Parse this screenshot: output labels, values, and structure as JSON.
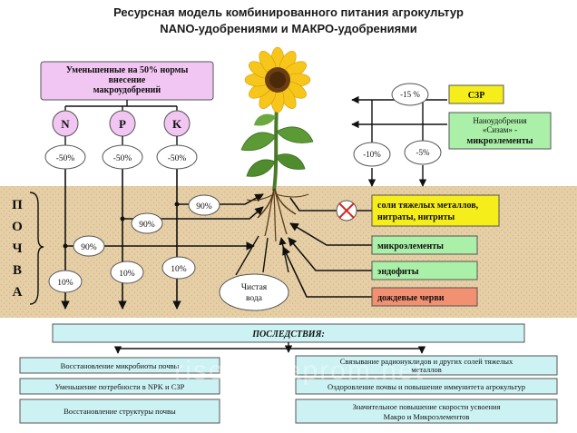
{
  "title": {
    "line1": "Ресурсная модель комбинированного питания агрокультур",
    "line2": "NANO-удобрениями и МАКРО-удобрениями"
  },
  "macro_box": {
    "line1": "Уменьшенные на 50% нормы",
    "line2": "внесение",
    "line3": "макроудобрений"
  },
  "nutrients": [
    {
      "letter": "N",
      "reduce": "-50%",
      "shallow": "90%",
      "deep": "10%"
    },
    {
      "letter": "P",
      "reduce": "-50%",
      "shallow": "90%",
      "deep": "10%"
    },
    {
      "letter": "K",
      "reduce": "-50%",
      "shallow": "90%",
      "deep": "10%"
    }
  ],
  "soil_label": [
    "П",
    "О",
    "Ч",
    "В",
    "А"
  ],
  "szr": {
    "label": "СЗР",
    "reduce_top": "-15 %",
    "reduce_left": "-10%",
    "reduce_right": "-5%"
  },
  "nano_box": {
    "line1": "Наноудобрения",
    "line2": "«Сизам» -",
    "line3": "микроэлементы"
  },
  "clean_water": {
    "line1": "Чистая",
    "line2": "вода"
  },
  "right_boxes": {
    "heavy_metals_line1": "соли тяжелых металлов,",
    "heavy_metals_line2": "нитраты, нитриты",
    "microelements": "микроэлементы",
    "endophytes": "эндофиты",
    "worms": "дождевые черви"
  },
  "consequences": {
    "header": "ПОСЛЕДСТВИЯ:",
    "left": [
      "Восстановление микробиоты почвы",
      "Уменьшение потребности в NPK и СЗР",
      "Восстановление структуры почвы"
    ],
    "right": [
      {
        "line1": "Связывание радионуклидов и других солей тяжелых",
        "line2": "металлов"
      },
      {
        "line1": "Оздоровление почвы и повышение иммунитета агрокультур",
        "line2": ""
      },
      {
        "line1": "Значительное повышение скорости усвоения",
        "line2": "Макро и Микроэлементов"
      }
    ]
  },
  "watermark": "riseua.uaprom.net",
  "colors": {
    "pink": "#f2c6f2",
    "green": "#aaf0a8",
    "yellow": "#f5ee1a",
    "orange": "#f29072",
    "cyan": "#cdf2f4",
    "soil": "#e6cfa6"
  }
}
